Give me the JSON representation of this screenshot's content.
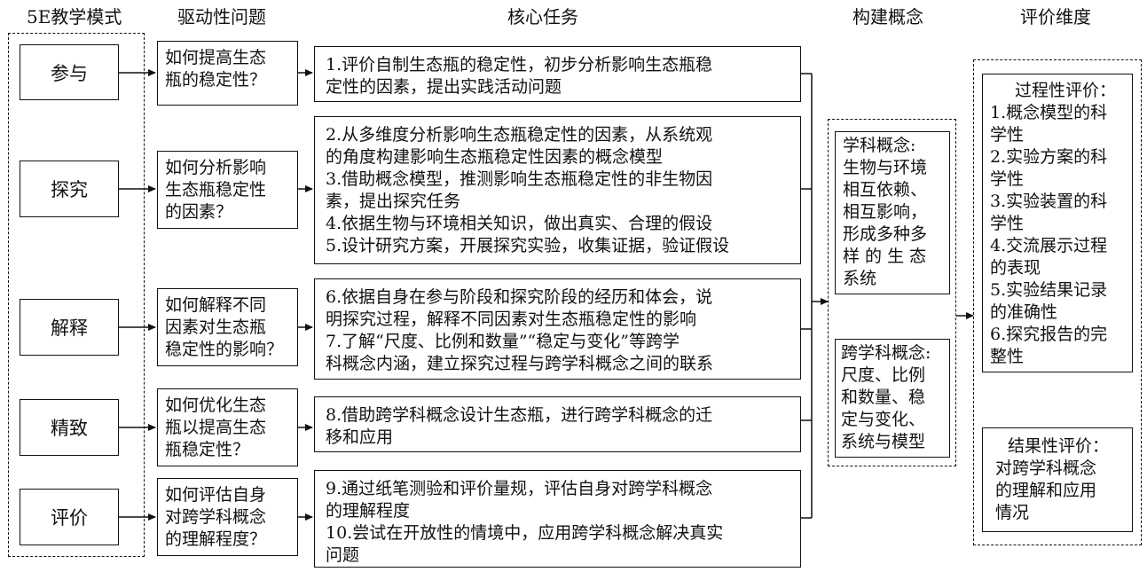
{
  "headers": {
    "model": "5E教学模式",
    "questions": "驱动性问题",
    "tasks": "核心任务",
    "concepts": "构建概念",
    "evaluation": "评价维度"
  },
  "stages": [
    "参与",
    "探究",
    "解释",
    "精致",
    "评价"
  ],
  "questions": [
    {
      "lines": [
        "如何提高生态",
        "瓶的稳定性？"
      ]
    },
    {
      "lines": [
        "如何分析影响",
        "生态瓶稳定性",
        "的因素？"
      ]
    },
    {
      "lines": [
        "如何解释不同",
        "因素对生态瓶",
        "稳定性的影响？"
      ]
    },
    {
      "lines": [
        "如何优化生态",
        "瓶以提高生态",
        "瓶稳定性？"
      ]
    },
    {
      "lines": [
        "如何评估自身",
        "对跨学科概念",
        "的理解程度？"
      ]
    }
  ],
  "tasks": [
    {
      "lines": [
        "1.评价自制生态瓶的稳定性，初步分析影响生态瓶稳",
        "定性的因素，提出实践活动问题"
      ]
    },
    {
      "lines": [
        "2.从多维度分析影响生态瓶稳定性的因素，从系统观",
        "的角度构建影响生态瓶稳定性因素的概念模型",
        "3.借助概念模型，推测影响生态瓶稳定性的非生物因",
        "素，提出探究任务",
        "4.依据生物与环境相关知识，做出真实、合理的假设",
        "5.设计研究方案，开展探究实验，收集证据，验证假设"
      ]
    },
    {
      "lines": [
        "6.依据自身在参与阶段和探究阶段的经历和体会，说",
        "明探究过程，解释不同因素对生态瓶稳定性的影响",
        "7.了解“尺度、比例和数量”“稳定与变化”等跨学",
        "科概念内涵，建立探究过程与跨学科概念之间的联系"
      ]
    },
    {
      "lines": [
        "8.借助跨学科概念设计生态瓶，进行跨学科概念的迁",
        "移和应用"
      ]
    },
    {
      "lines": [
        "9.通过纸笔测验和评价量规，评估自身对跨学科概念",
        "的理解程度",
        "10.尝试在开放性的情境中，应用跨学科概念解决真实",
        "问题"
      ]
    }
  ],
  "concepts": [
    {
      "lines": [
        "学科概念:",
        "生物与环境",
        "相互依赖、",
        "相互影响，",
        "形成多种多",
        "样 的 生 态",
        "系统"
      ]
    },
    {
      "lines": [
        "跨学科概念:",
        "尺度、比例",
        "和数量、稳",
        "定与变化、",
        "系统与模型"
      ]
    }
  ],
  "evaluation": {
    "process": {
      "lines": [
        "过程性评价：",
        "1.概念模型的科",
        "学性",
        "2.实验方案的科",
        "学性",
        "3.实验装置的科",
        "学性",
        "4.交流展示过程",
        "的表现",
        "5.实验结果记录",
        "的准确性",
        "6.探究报告的完",
        "整性"
      ]
    },
    "result": {
      "lines": [
        "结果性评价：",
        "对跨学科概念",
        "的理解和应用",
        "情况"
      ]
    }
  }
}
